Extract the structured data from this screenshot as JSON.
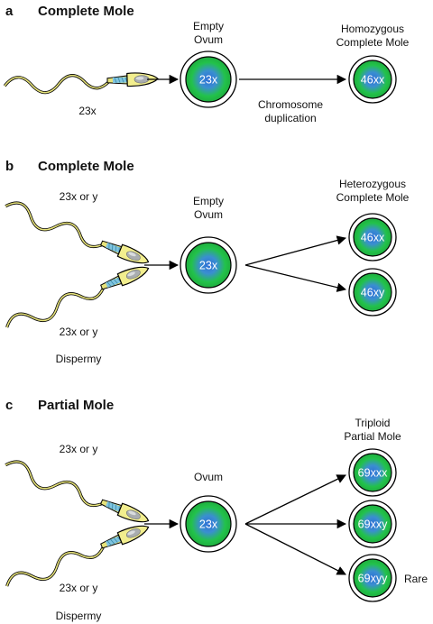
{
  "panels": [
    {
      "letter": "a",
      "title": "Complete Mole",
      "sperm_label": "23x",
      "ovum_label": [
        "Empty",
        "Ovum"
      ],
      "ovum_chrom": "23x",
      "process_label": [
        "Chromosome",
        "duplication"
      ],
      "result_label": [
        "Homozygous",
        "Complete Mole"
      ],
      "results": [
        "46xx"
      ]
    },
    {
      "letter": "b",
      "title": "Complete Mole",
      "sperm_top_label": "23x or y",
      "sperm_bottom_label": "23x or y",
      "note": "Dispermy",
      "ovum_label": [
        "Empty",
        "Ovum"
      ],
      "ovum_chrom": "23x",
      "result_label": [
        "Heterozygous",
        "Complete Mole"
      ],
      "results": [
        "46xx",
        "46xy"
      ]
    },
    {
      "letter": "c",
      "title": "Partial Mole",
      "sperm_top_label": "23x or y",
      "sperm_bottom_label": "23x or y",
      "note": "Dispermy",
      "ovum_label": [
        "Ovum"
      ],
      "ovum_chrom": "23x",
      "result_label": [
        "Triploid",
        "Partial Mole"
      ],
      "results": [
        "69xxx",
        "69xxy",
        "69xyy"
      ],
      "rare_label": "Rare"
    }
  ],
  "colors": {
    "cell_green": "#22c24a",
    "cell_blue": "#2f6fd6",
    "sperm_yellow": "#f2ee8e",
    "sperm_blue": "#7fc4e0"
  }
}
